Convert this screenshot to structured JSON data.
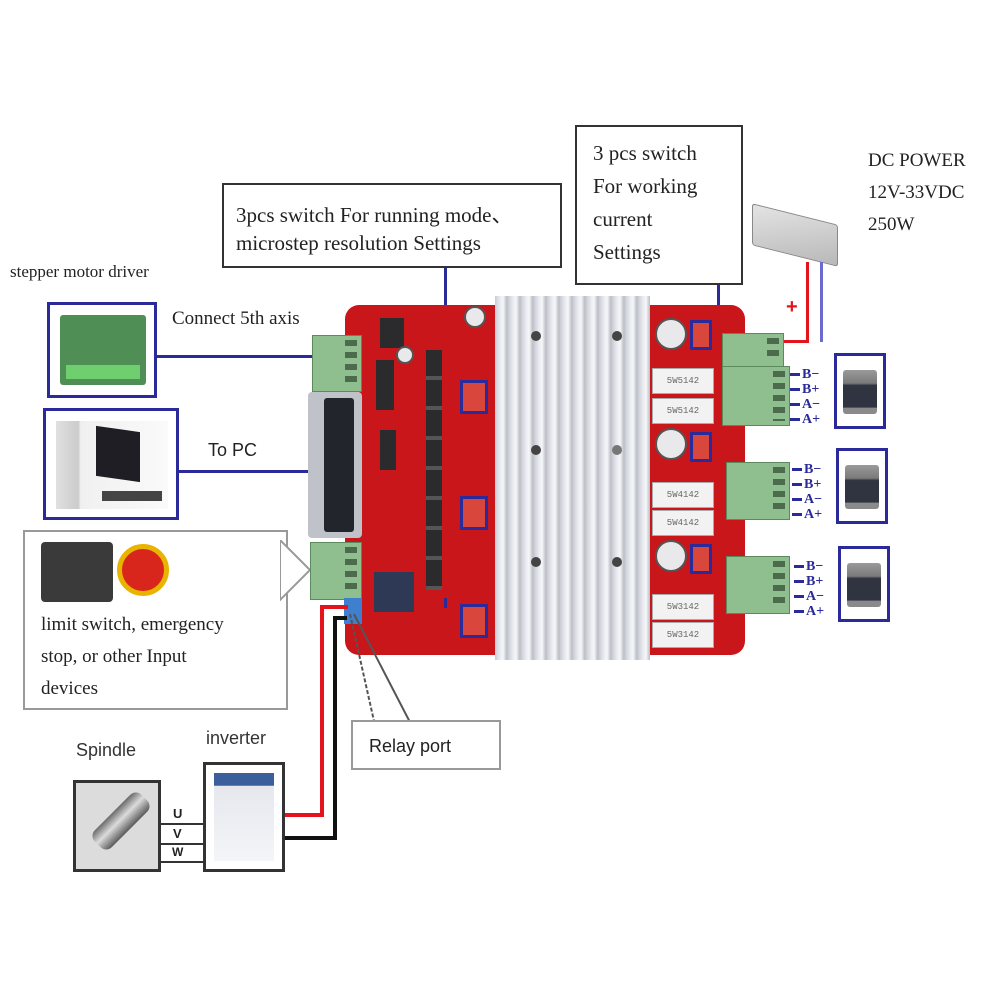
{
  "callouts": {
    "running_mode": {
      "line1": "3pcs switch For running mode、",
      "line2": "microstep    resolution Settings"
    },
    "working_current": {
      "line1": "3 pcs switch",
      "line2": "For  working",
      "line3": "current",
      "line4": "Settings"
    },
    "input_devices": {
      "line1": "limit  switch,  emergency",
      "line2": "stop,   or   other   Input",
      "line3": "devices"
    },
    "relay": {
      "label": "Relay port"
    }
  },
  "power": {
    "line1": "DC   POWER",
    "line2": "12V-33VDC",
    "line3": "250W",
    "plus_sign": "+"
  },
  "left_labels": {
    "stepper_driver": "stepper motor driver",
    "fifth_axis": "Connect 5th axis",
    "to_pc": "To PC"
  },
  "spindle": {
    "spindle_label": "Spindle",
    "inverter_label": "inverter",
    "phases": [
      "U",
      "V",
      "W"
    ]
  },
  "motors": [
    {
      "pins": [
        "B−",
        "B+",
        "A−",
        "A+"
      ]
    },
    {
      "pins": [
        "B−",
        "B+",
        "A−",
        "A+"
      ]
    },
    {
      "pins": [
        "B−",
        "B+",
        "A−",
        "A+"
      ]
    }
  ],
  "board": {
    "resistor_labels": [
      "5W5142",
      "5W5142",
      "5W4142",
      "5W4142",
      "5W3142",
      "5W3142"
    ]
  },
  "colors": {
    "board_red": "#c8161a",
    "annotation_blue": "#2a2a9a",
    "wire_red": "#e3141b",
    "wire_black": "#111111",
    "connector_green": "#8fbf8f"
  }
}
